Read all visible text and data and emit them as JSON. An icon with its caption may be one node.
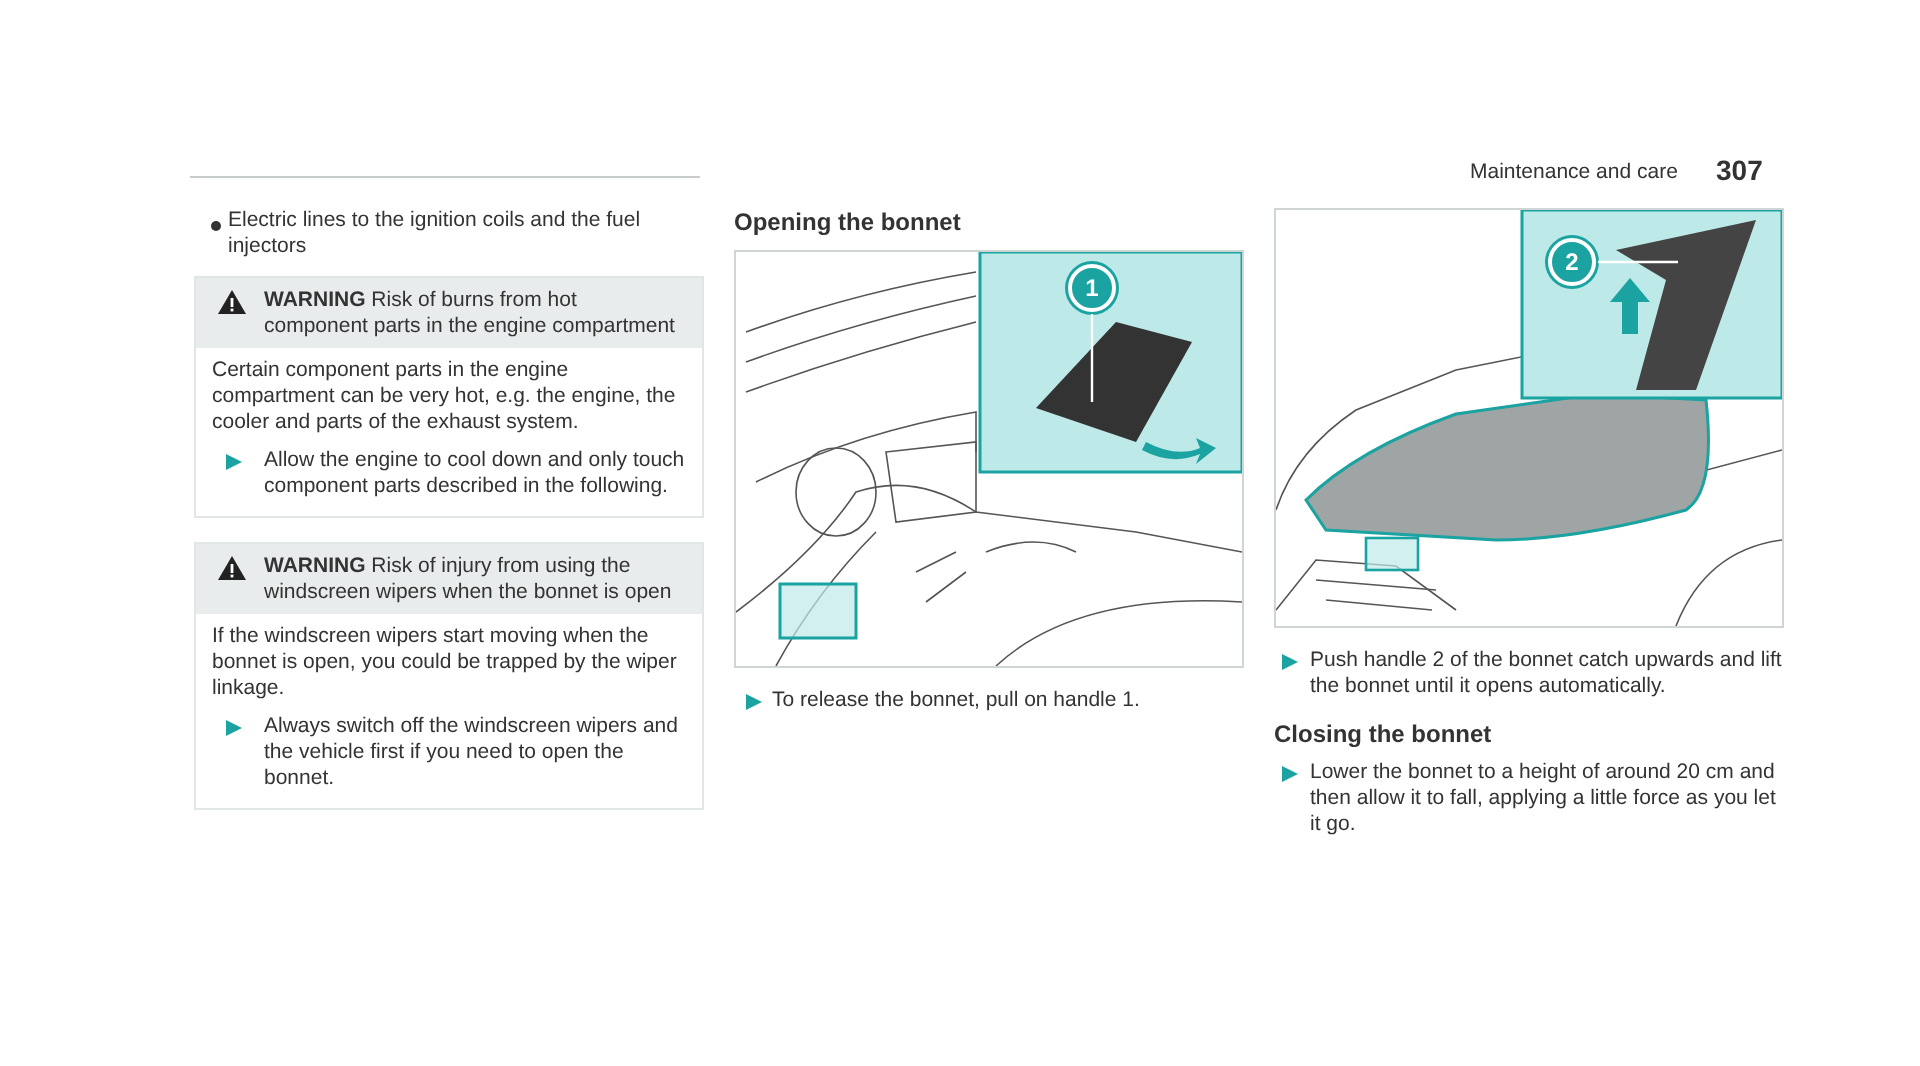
{
  "diagram": {
    "nodes": [
      {
        "text": [
          "**WARNING** Risk of burns from hot component parts in the engine compartment",
          "Certain component parts in the engine compartment can be very hot, e.g. the engine, the cooler and parts of the exhaust system.",
          "Allow the engine to cool down and only touch component parts described in the following."
        ]
      },
      {
        "text": [
          "**WARNING** Risk of injury from using the windscreen wipers when the bonnet is open",
          "If the windscreen wipers start moving when the bonnet is open, you could be trapped by the wiper linkage.",
          "Always switch off the windscreen wipers and the vehicle first if you need to open the bonnet."
        ]
      },
      {
        "text": [],
        "shape": "picture"
      },
      {
        "text": [
          "1"
        ],
        "in": 2
      },
      {
        "text": [],
        "shape": "picture"
      },
      {
        "text": [
          "2"
        ],
        "in": 4
      }
    ],
    "edges": [
      {
        "from": 3,
        "to": null,
        "arrow": "none"
      },
      {
        "from": 5,
        "to": null,
        "arrow": "none"
      }
    ],
    "labels": [
      "Maintenance and care",
      "307",
      "Electric lines to the ignition coils and the fuel injectors",
      "Opening the bonnet",
      "To release the bonnet, pull on handle 1.",
      "Push handle 2 of the bonnet catch upwards and lift the bonnet until it opens automatically.",
      "Closing the bonnet",
      "Lower the bonnet to a height of around 20 cm and then allow it to fall, applying a little force as you let it go."
    ]
  }
}
